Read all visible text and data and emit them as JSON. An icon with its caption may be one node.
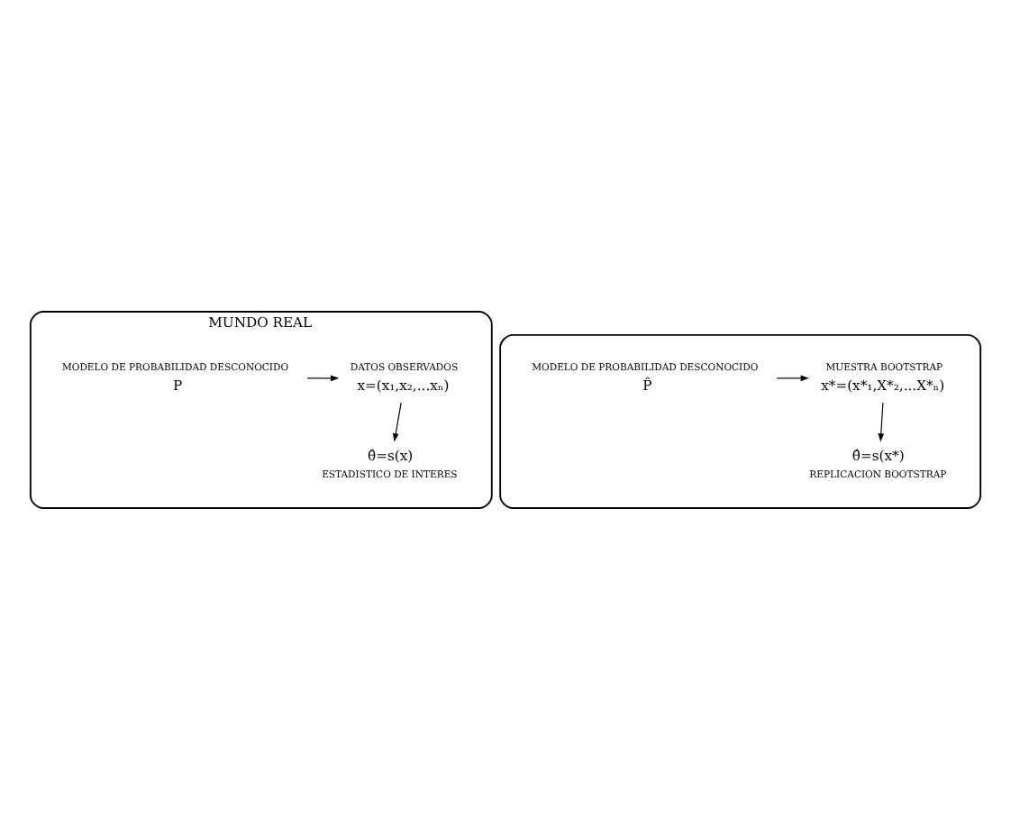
{
  "diagram": {
    "nodes": [
      {
        "text": [
          "MUNDO REAL"
        ]
      },
      {
        "text": [
          "P"
        ],
        "in": 0,
        "beside": [
          "MODELO DE PROBABILIDAD DESCONOCIDO"
        ]
      },
      {
        "text": [
          "x=(x₁,x₂,...xₙ)"
        ],
        "in": 0,
        "beside": [
          "DATOS OBSERVADOS"
        ]
      },
      {
        "text": [
          "θ̂=s(x)"
        ],
        "in": 0,
        "beside": [
          "ESTADISTICO DE INTERES"
        ]
      },
      {
        "text": [],
        "shape": "cloud"
      },
      {
        "text": [
          "P̂"
        ],
        "in": 4,
        "beside": [
          "MODELO DE PROBABILIDAD DESCONOCIDO"
        ]
      },
      {
        "text": [
          "x*=(x*₁,X*₂,...X*ₙ)"
        ],
        "in": 4,
        "beside": [
          "MUESTRA BOOTSTRAP"
        ]
      },
      {
        "text": [
          "θ̂=s(x*)"
        ],
        "in": 4,
        "beside": [
          "REPLICACION BOOTSTRAP"
        ]
      }
    ],
    "edges": [
      {
        "from": 1,
        "to": 2,
        "arrow": "to"
      },
      {
        "from": 2,
        "to": 3,
        "arrow": "to"
      },
      {
        "from": 5,
        "to": 6,
        "arrow": "to"
      },
      {
        "from": 6,
        "to": 7,
        "arrow": "to"
      }
    ]
  }
}
